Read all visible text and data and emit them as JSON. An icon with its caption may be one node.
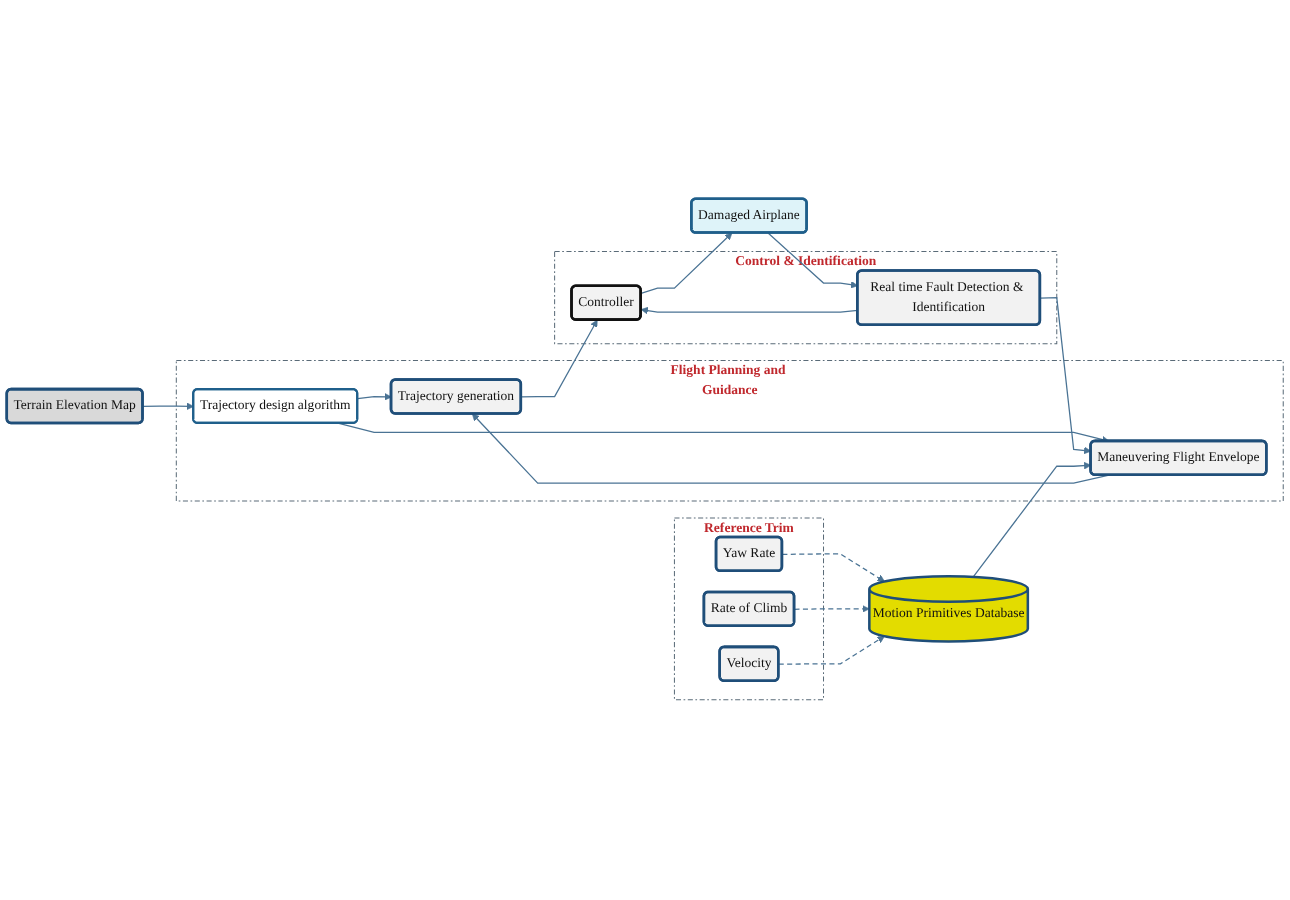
{
  "diagram": {
    "nodes": [
      {
        "text": [
          "Flight Planning and Guidance"
        ]
      },
      {
        "text": [
          "Trajectory generation"
        ],
        "in": 0
      },
      {
        "text": [
          "Trajectory design algorithm"
        ],
        "in": 0
      },
      {
        "text": [
          "Maneuvering Flight Envelope"
        ],
        "in": 0
      },
      {
        "text": [
          "Control & Identification"
        ]
      },
      {
        "text": [
          "Controller"
        ],
        "in": 4
      },
      {
        "text": [
          "Damaged Airplane"
        ]
      },
      {
        "text": [
          "Real time Fault Detection & Identification"
        ],
        "in": 4
      },
      {
        "text": [
          "Terrain Elevation Map"
        ]
      },
      {
        "text": [
          "Motion Primitives Database"
        ]
      },
      {
        "text": [
          "Reference Trim"
        ]
      },
      {
        "text": [
          "Yaw Rate"
        ],
        "in": 10
      },
      {
        "text": [
          "Rate of Climb"
        ],
        "in": 10
      },
      {
        "text": [
          "Velocity"
        ],
        "in": 10
      }
    ],
    "edges": [
      {
        "from": 2,
        "to": 1,
        "arrow": "to"
      },
      {
        "from": 2,
        "to": 3,
        "arrow": "to"
      },
      {
        "from": 3,
        "to": 1,
        "arrow": "to"
      },
      {
        "from": 1,
        "to": 5,
        "arrow": "to"
      },
      {
        "from": 5,
        "to": 6,
        "arrow": "to"
      },
      {
        "from": 6,
        "to": 7,
        "arrow": "to"
      },
      {
        "from": 7,
        "to": 5,
        "arrow": "to"
      },
      {
        "from": 7,
        "to": 3,
        "arrow": "to"
      },
      {
        "from": 8,
        "to": 2,
        "arrow": "to"
      },
      {
        "from": 9,
        "to": 3,
        "arrow": "to"
      },
      {
        "from": 11,
        "to": 9,
        "arrow": "to",
        "style": "dashed"
      },
      {
        "from": 12,
        "to": 9,
        "arrow": "to",
        "style": "dashed"
      },
      {
        "from": 13,
        "to": 9,
        "arrow": "to",
        "style": "dashed"
      }
    ]
  }
}
